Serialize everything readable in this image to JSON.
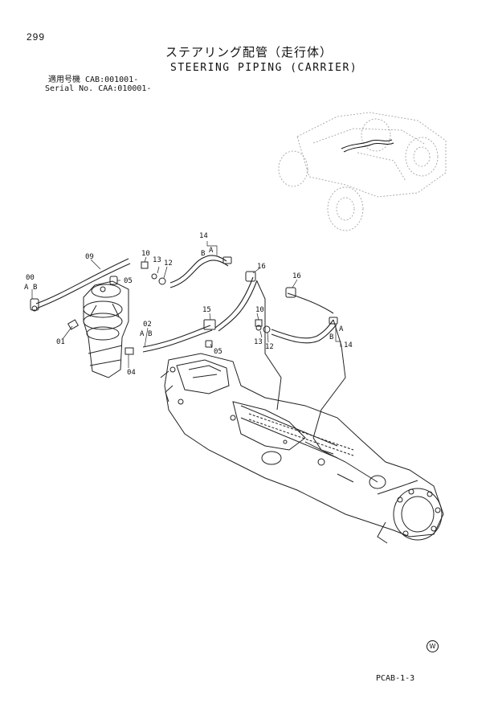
{
  "header": {
    "page_number": "299",
    "title_jp": "ステアリング配管（走行体）",
    "title_en": "STEERING PIPING (CARRIER)",
    "serial_line1": "適用号機  CAB:001001-",
    "serial_line2": "Serial No. CAA:010001-"
  },
  "labels": {
    "p00": "00",
    "p00_a": "A",
    "p00_b": "B",
    "p01": "01",
    "p02": "02",
    "p02_a": "A",
    "p02_b": "B",
    "p04": "04",
    "p05a": "05",
    "p05b": "05",
    "p09": "09",
    "p10a": "10",
    "p10b": "10",
    "p12a": "12",
    "p12b": "12",
    "p13a": "13",
    "p13b": "13",
    "p14a": "14",
    "p14a_a": "A",
    "p14a_b": "B",
    "p14b": "14",
    "p14b_a": "A",
    "p14b_b": "B",
    "p15": "15",
    "p16a": "16",
    "p16b": "16"
  },
  "watermark": "W",
  "footer_code": "PCAB-1-3"
}
